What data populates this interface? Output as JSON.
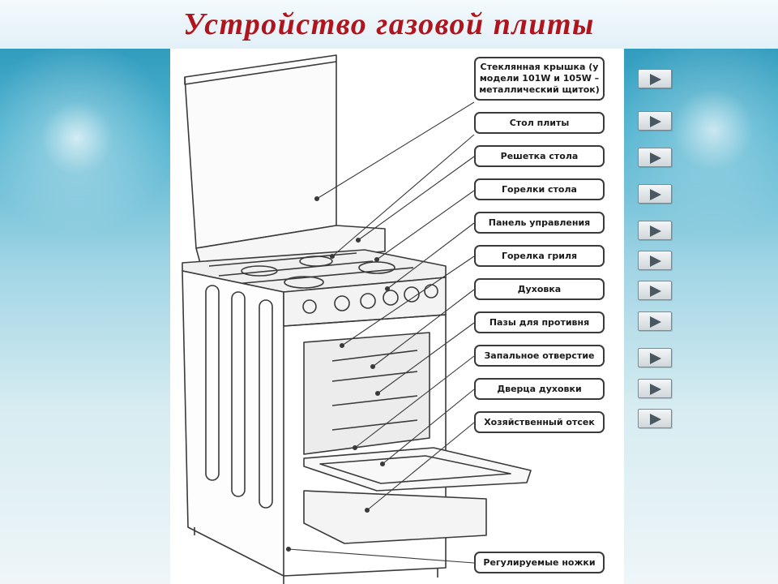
{
  "title": "Устройство газовой плиты",
  "labels": [
    {
      "text": "Стеклянная крышка (у модели 101W и 105W – металлический щиток)"
    },
    {
      "text": "Стол плиты"
    },
    {
      "text": "Решетка стола"
    },
    {
      "text": "Горелки стола"
    },
    {
      "text": "Панель управления"
    },
    {
      "text": "Горелка гриля"
    },
    {
      "text": "Духовка"
    },
    {
      "text": "Пазы для противня"
    },
    {
      "text": "Запальное отверстие"
    },
    {
      "text": "Дверца духовки"
    },
    {
      "text": "Хозяйственный отсек"
    },
    {
      "text": "Регулируемые ножки"
    }
  ],
  "nav_buttons": [
    "play-icon",
    "play-icon",
    "play-icon",
    "play-icon",
    "play-icon",
    "play-icon",
    "play-icon",
    "play-icon",
    "play-icon",
    "play-icon",
    "play-icon"
  ],
  "colors": {
    "title": "#b0141c",
    "background": "#4fb2cf",
    "line": "#3a3a3a"
  }
}
